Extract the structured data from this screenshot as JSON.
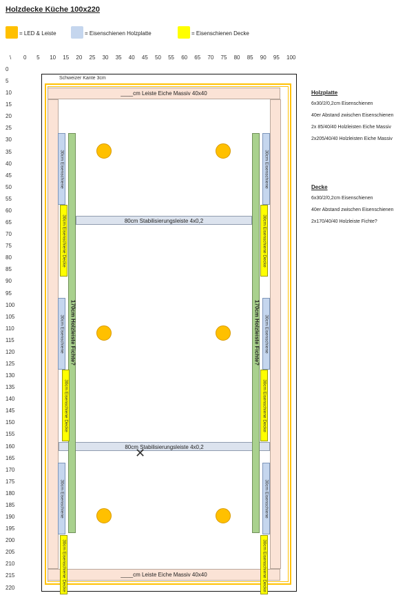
{
  "title": "Holzdecke Küche 100x220",
  "legend": [
    {
      "label": "= LED & Leiste",
      "color": "#ffc000"
    },
    {
      "label": "= Eisenschienen Holzplatte",
      "color": "#c5d6ee"
    },
    {
      "label": "= Eisenschienen Decke",
      "color": "#ffff00"
    }
  ],
  "axis": {
    "corner": "\\",
    "x_ticks": [
      "0",
      "5",
      "10",
      "15",
      "20",
      "25",
      "30",
      "35",
      "40",
      "45",
      "50",
      "55",
      "60",
      "65",
      "70",
      "75",
      "80",
      "85",
      "90",
      "95",
      "100"
    ],
    "y_ticks": [
      "0",
      "5",
      "10",
      "15",
      "20",
      "25",
      "30",
      "35",
      "40",
      "45",
      "50",
      "55",
      "60",
      "65",
      "70",
      "75",
      "80",
      "85",
      "90",
      "95",
      "100",
      "105",
      "110",
      "115",
      "120",
      "125",
      "130",
      "135",
      "140",
      "145",
      "150",
      "155",
      "160",
      "165",
      "170",
      "175",
      "180",
      "185",
      "190",
      "195",
      "200",
      "205",
      "210",
      "215",
      "220"
    ]
  },
  "drawing": {
    "edge_label": "Schweizer Kante 3cm",
    "top_bar": "____cm Leiste Eiche Massiv 40x40",
    "bottom_bar": "____cm Leiste Eiche Massiv 40x40",
    "stab_bar_1": "80cm Stabilisierungsleiste 4x0,2",
    "stab_bar_2": "80cm Stabilisierungsleiste 4x0,2",
    "blue_rail": "30cm Eisenschiene",
    "yellow_rail": "30cm Eisenschiene Decke",
    "green_bar": "170cm Holzleiste Fichte?"
  },
  "side": {
    "holzplatte_heading": "Holzplatte",
    "holzplatte_lines": [
      "6x30/2/0,2cm Eisenschienen",
      "40er Abstand zwischen Eisenschienen",
      "2x 85/40/40 Holzleisten Eiche Massiv",
      "2x205/40/40 Holzleisten Eiche Massiv"
    ],
    "decke_heading": "Decke",
    "decke_lines": [
      "6x30/2/0,2cm Eisenschienen",
      "40er Abstand zwischen Eisenschienen",
      "2x170/40/40 Holzleiste Fichte?"
    ]
  }
}
